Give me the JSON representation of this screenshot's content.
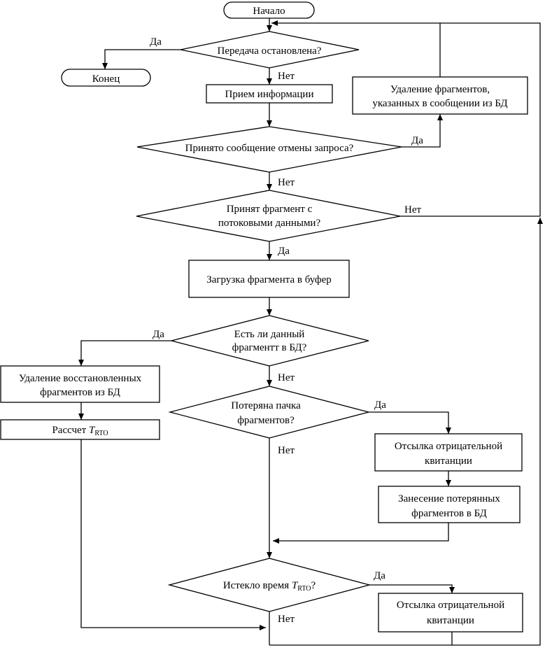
{
  "terminators": {
    "start": "Начало",
    "end": "Конец"
  },
  "decisions": {
    "transfer_stopped": "Передача остановлена?",
    "cancel_received": "Принято сообщение отмены запроса?",
    "fragment_line1": "Принят фрагмент с",
    "fragment_line2": "потоковыми данными?",
    "in_db_line1": "Есть ли данный",
    "in_db_line2": "фрагментт в БД?",
    "lost_line1": "Потеряна пачка",
    "lost_line2": "фрагментов?",
    "timeout_text": "Истекло время ",
    "timeout_T": "T",
    "timeout_sub": "RTO",
    "timeout_q": "?"
  },
  "processes": {
    "receive": "Прием информации",
    "delete_cancel_line1": "Удаление фрагментов,",
    "delete_cancel_line2": "указанных в сообщении из БД",
    "load_buffer": "Загрузка фрагмента в буфер",
    "delete_restored_line1": "Удаление восстановленных",
    "delete_restored_line2": "фрагментов из БД",
    "calc_text": "Рассчет ",
    "calc_T": "T",
    "calc_sub": "RTO",
    "nack1_line1": "Отсылка отрицательной",
    "nack1_line2": "квитанции",
    "save_lost_line1": "Занесение потерянных",
    "save_lost_line2": "фрагментов в БД",
    "nack2_line1": "Отсылка отрицательной",
    "nack2_line2": "квитанции"
  },
  "labels": {
    "yes": "Да",
    "no": "Нет"
  }
}
